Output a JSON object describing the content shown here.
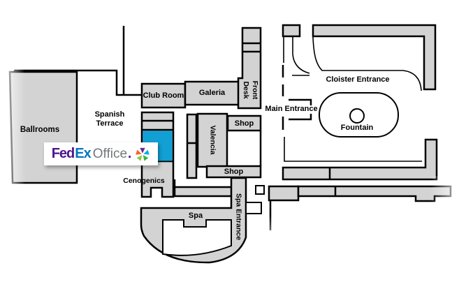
{
  "rooms": {
    "ballrooms": "Ballrooms",
    "spanish_terrace": "Spanish Terrace",
    "club_room": "Club Room",
    "galeria": "Galeria",
    "front_desk": "Front Desk",
    "cloister_entrance": "Cloister Entrance",
    "main_entrance": "Main Entrance",
    "fountain": "Fountain",
    "valencia": "Valencia",
    "shop_top": "Shop",
    "shop_bottom": "Shop",
    "cenogenics": "Cenogenics",
    "spa": "Spa",
    "spa_entrance": "Spa Entrance"
  },
  "logo": {
    "fed": "Fed",
    "ex": "Ex",
    "office": "Office",
    "period": "."
  },
  "colors": {
    "room_fill": "#d3d3d3",
    "outline": "#000000",
    "highlight_cyan": "#129fd4",
    "fedex_purple": "#4d148c",
    "fedex_blue": "#0077c0",
    "fedex_office_gray": "#75787b"
  }
}
